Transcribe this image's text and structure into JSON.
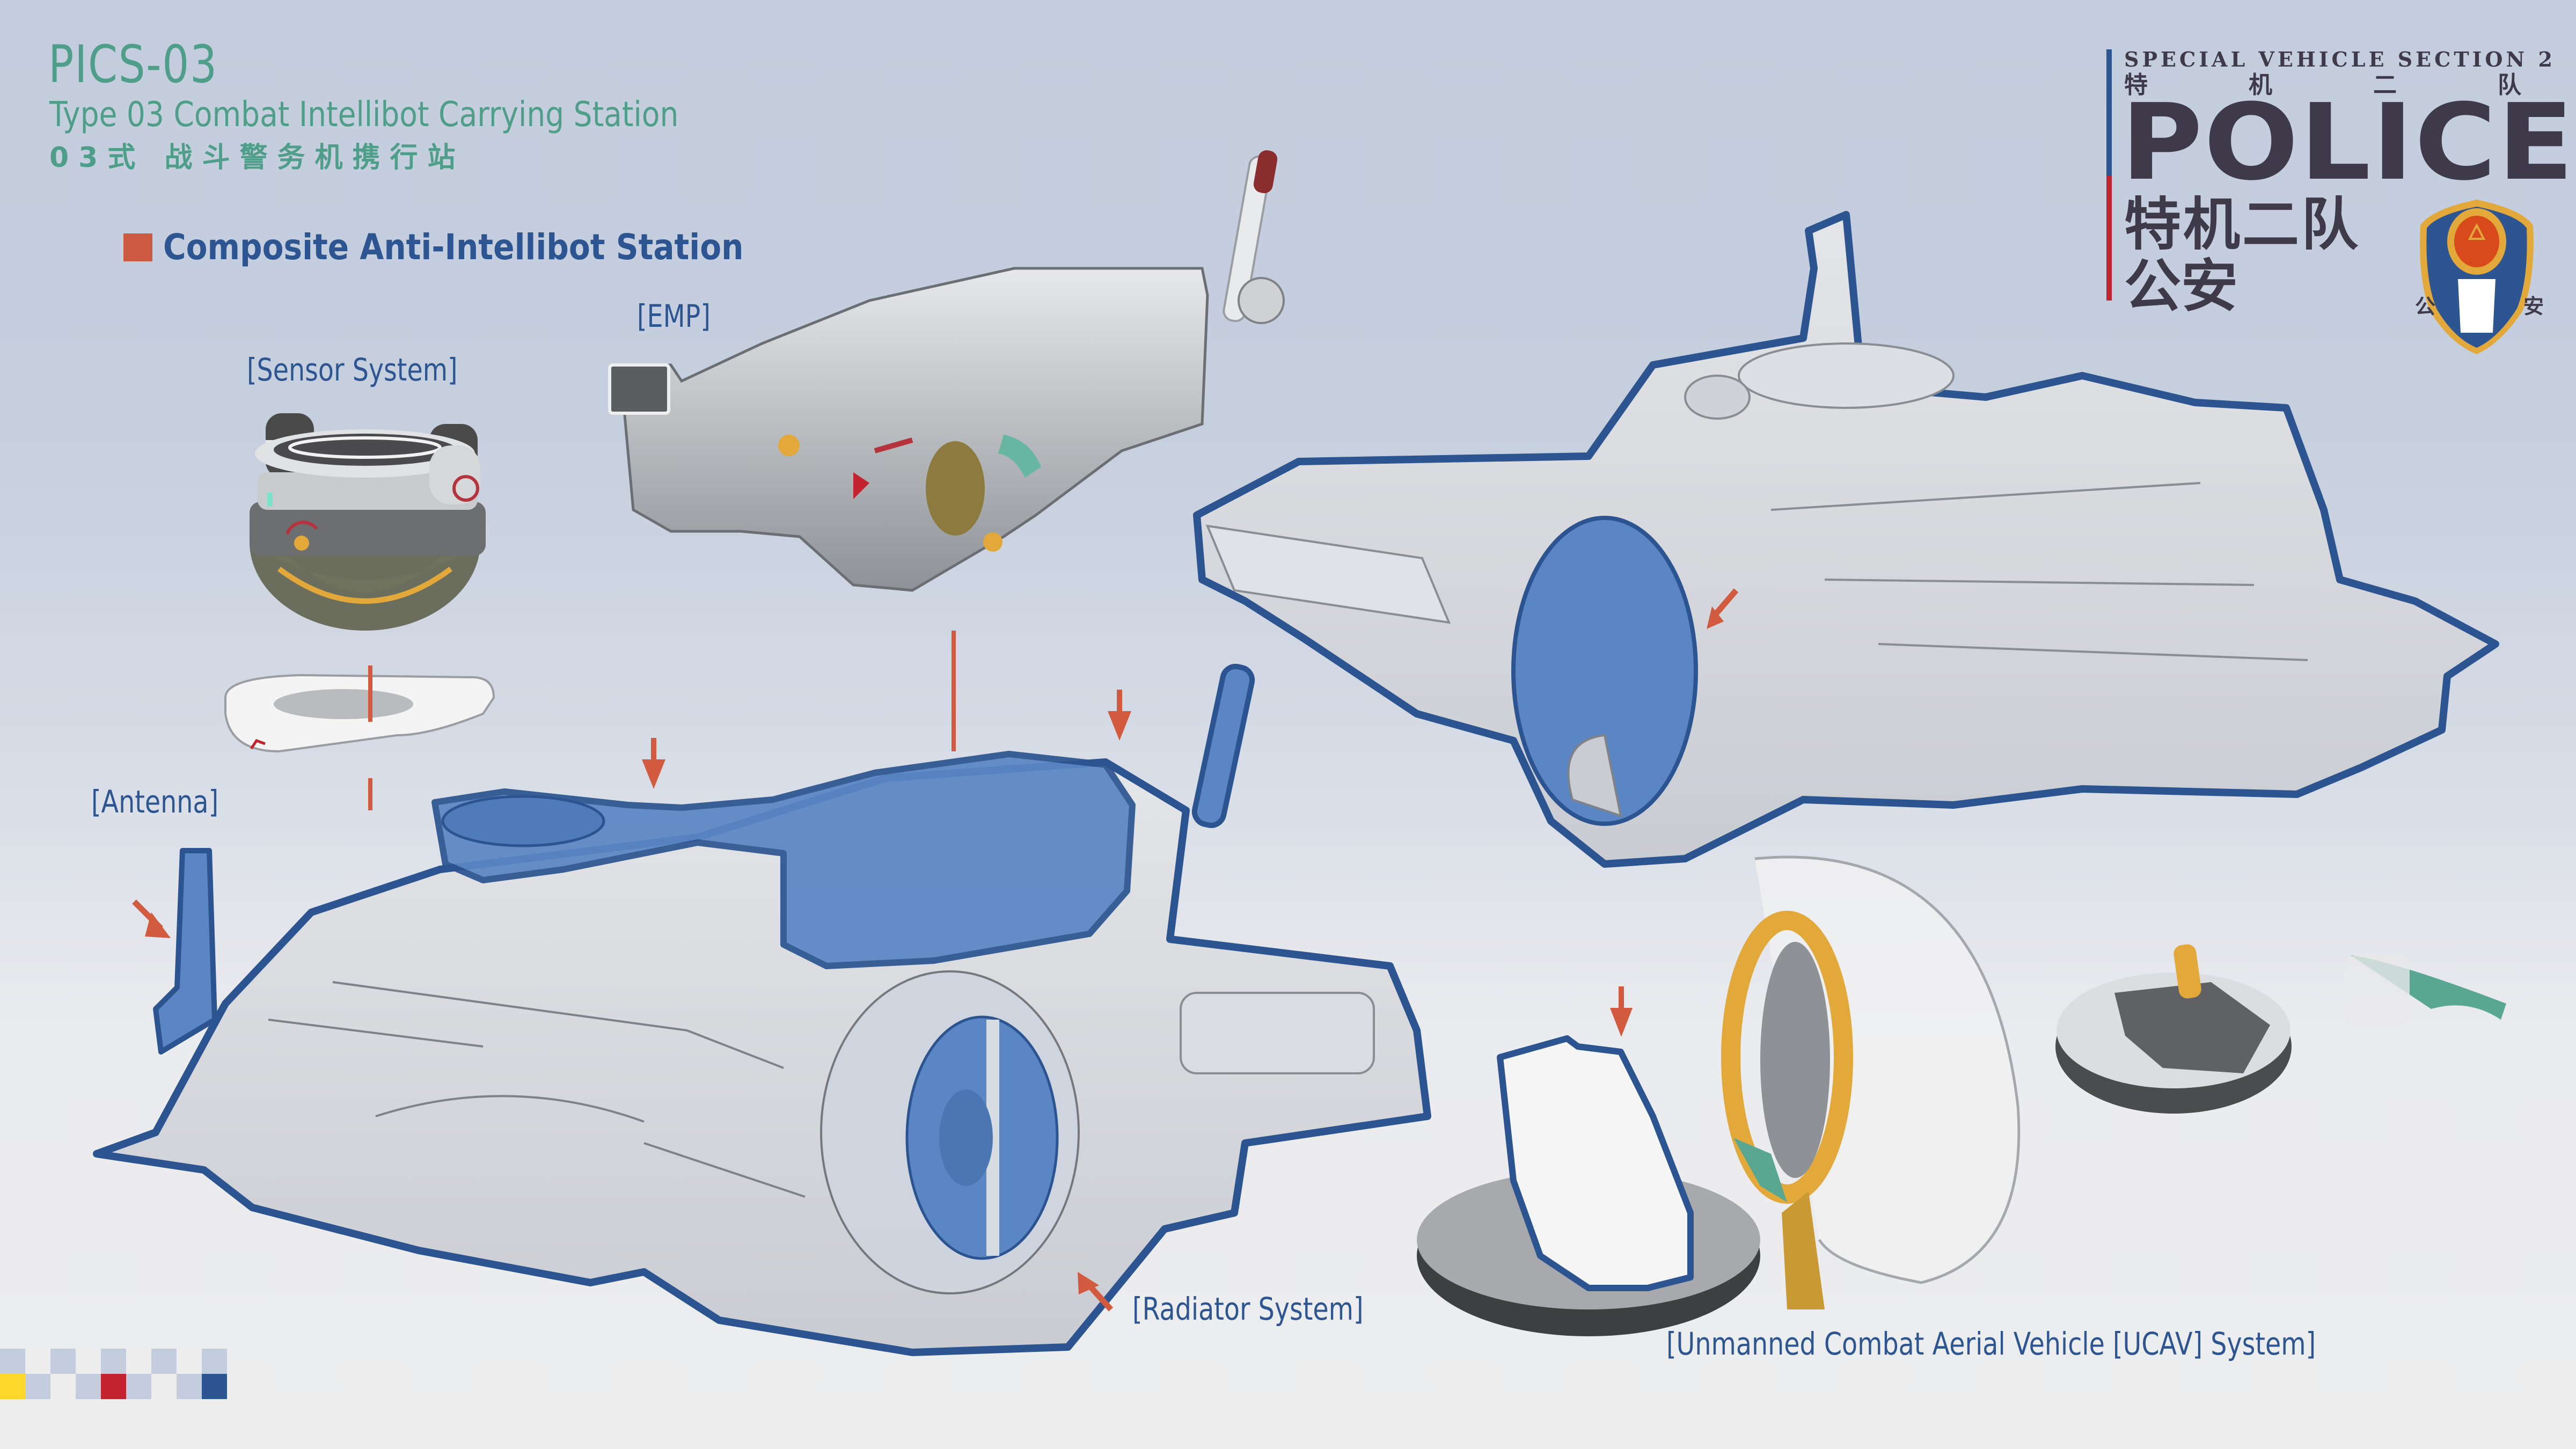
{
  "header": {
    "code": "PICS-03",
    "title_en": "Type 03 Combat Intellibot Carrying Station",
    "title_cn": "03式 战斗警务机携行站"
  },
  "section": {
    "title": "Composite Anti-Intellibot Station",
    "marker_color": "#cc5a42"
  },
  "labels": {
    "sensor": "[Sensor System]",
    "emp": "[EMP]",
    "antenna": "[Antenna]",
    "radiator": "[Radiator System]",
    "ucav": "[Unmanned Combat Aerial Vehicle [UCAV] System]"
  },
  "badge": {
    "subtitle": "SPECIAL VEHICLE SECTION 2",
    "subtitle_cn": [
      "特",
      "机",
      "二",
      "队"
    ],
    "main": "POLICE",
    "cn_line1": "特机二队",
    "cn_line2": "公安",
    "emblem_text": [
      "公",
      "安"
    ]
  },
  "colors": {
    "accent_green": "#4f9e89",
    "label_blue": "#2d5591",
    "arrow_red": "#d25a3f",
    "highlight_blue": "#5a86c4",
    "outline_blue": "#2b5490",
    "ucav_yellow": "#e2a83a",
    "teal": "#5aa791",
    "badge_dark": "#3e3a4a",
    "flag_red": "#c3222f",
    "flag_yellow": "#ffd62a"
  },
  "checker": {
    "row1": [
      "#c3cddd",
      "#ededee",
      "#c3cddd",
      "#ededee",
      "#c3cddd",
      "#ededee",
      "#c3cddd",
      "#ededee",
      "#c3cddd"
    ],
    "row2": [
      "#ffd62a",
      "#c3cddd",
      "#ededee",
      "#c3cddd",
      "#c3222f",
      "#c3cddd",
      "#ededee",
      "#c3cddd",
      "#2d5591"
    ]
  }
}
